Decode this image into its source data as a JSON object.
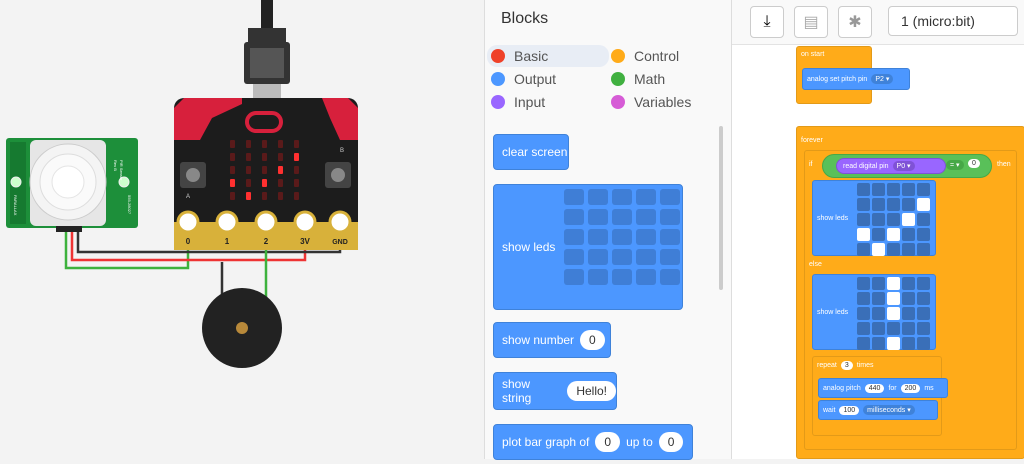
{
  "canvas": {
    "pir_sensor": {
      "labels": [
        "PIR Sensor",
        "Rev B",
        "555-28027",
        "PARALLAX"
      ]
    },
    "microbit": {
      "pins": [
        "0",
        "1",
        "2",
        "3V",
        "GND"
      ],
      "button_a": "A",
      "button_b": "B"
    },
    "led_matrix": [
      [
        0,
        0,
        0,
        0,
        0
      ],
      [
        0,
        0,
        0,
        0,
        1
      ],
      [
        0,
        0,
        0,
        1,
        0
      ],
      [
        1,
        0,
        1,
        0,
        0
      ],
      [
        0,
        1,
        0,
        0,
        0
      ]
    ]
  },
  "palette": {
    "title": "Blocks",
    "categories": [
      {
        "label": "Basic",
        "color": "#ef4129"
      },
      {
        "label": "Control",
        "color": "#ffab19"
      },
      {
        "label": "Output",
        "color": "#4c97ff"
      },
      {
        "label": "Math",
        "color": "#40b040"
      },
      {
        "label": "Input",
        "color": "#9966ff"
      },
      {
        "label": "Variables",
        "color": "#d65cd6"
      }
    ],
    "blocks": {
      "clear_screen": "clear screen",
      "show_leds": "show leds",
      "show_number": "show number",
      "show_number_value": "0",
      "show_string": "show string",
      "show_string_value": "Hello!",
      "plot_bar": "plot bar graph of",
      "plot_bar_value": "0",
      "plot_bar_upto": "up to",
      "plot_bar_upto_value": "0"
    }
  },
  "toolbar": {
    "download_icon": "download-icon",
    "archive_icon": "archive-icon",
    "debug_icon": "bug-icon",
    "device": "1 (micro:bit)"
  },
  "code": {
    "on_start": "on start",
    "analog_set_pitch": "analog set pitch pin",
    "pitch_pin": "P2 ▾",
    "forever": "forever",
    "if_kw": "if",
    "read_digital": "read digital pin",
    "digital_pin": "P0 ▾",
    "eq": "= ▾",
    "eq_value": "0",
    "then": "then",
    "show_leds": "show leds",
    "else": "else",
    "show_leds_2": "show leds",
    "repeat": "repeat",
    "repeat_value": "3",
    "times": "times",
    "analog_pitch": "analog pitch",
    "pitch_value": "440",
    "for_kw": "for",
    "ms_value": "200",
    "ms": "ms",
    "wait": "wait",
    "wait_value": "100",
    "milliseconds": "milliseconds ▾",
    "grid_then": [
      [
        0,
        0,
        0,
        0,
        0
      ],
      [
        0,
        0,
        0,
        0,
        1
      ],
      [
        0,
        0,
        0,
        1,
        0
      ],
      [
        1,
        0,
        1,
        0,
        0
      ],
      [
        0,
        1,
        0,
        0,
        0
      ]
    ],
    "grid_else": [
      [
        0,
        0,
        1,
        0,
        0
      ],
      [
        0,
        0,
        1,
        0,
        0
      ],
      [
        0,
        0,
        1,
        0,
        0
      ],
      [
        0,
        0,
        0,
        0,
        0
      ],
      [
        0,
        0,
        1,
        0,
        0
      ]
    ]
  }
}
